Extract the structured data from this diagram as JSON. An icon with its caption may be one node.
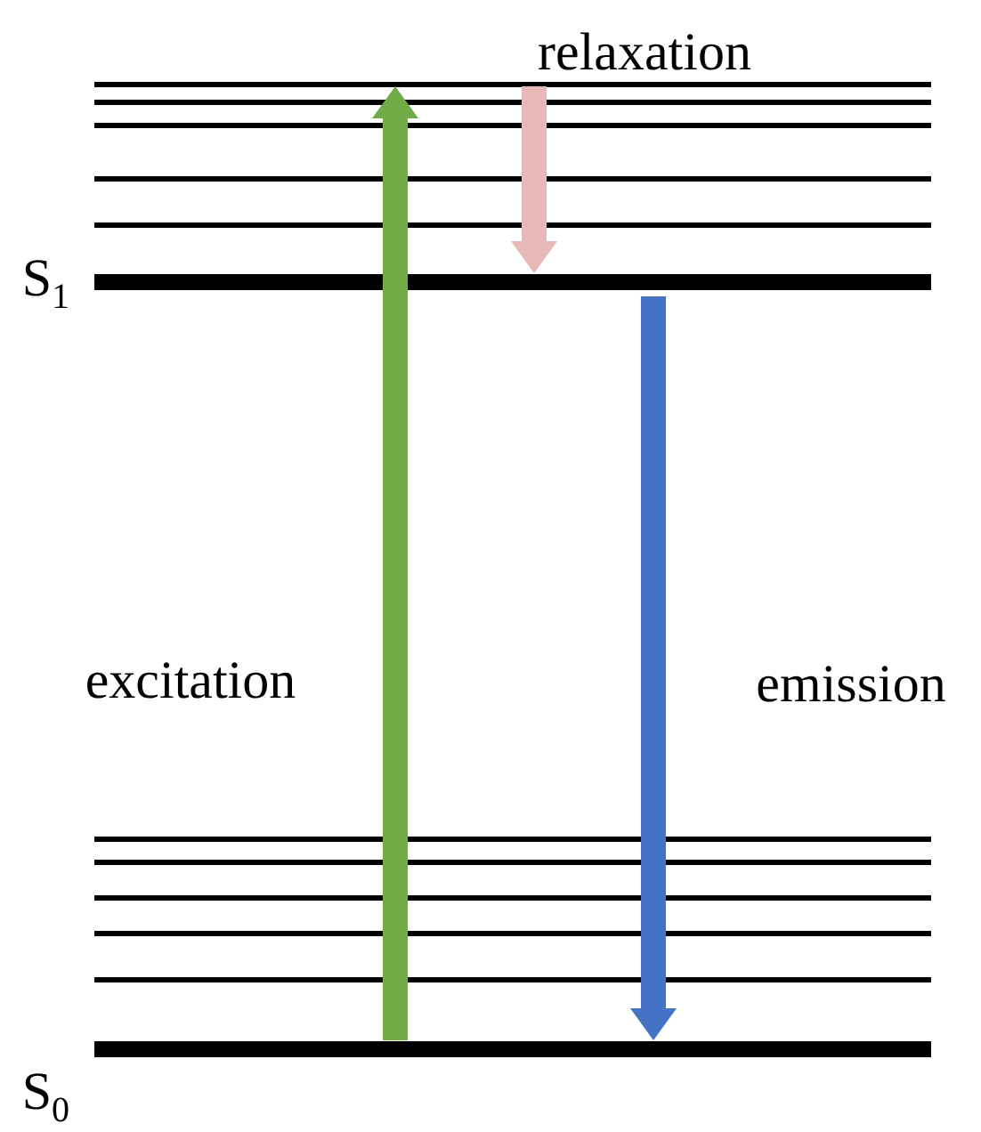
{
  "diagram": {
    "nodes": [
      {
        "text": [],
        "shape": "line"
      },
      {
        "text": [],
        "shape": "line"
      },
      {
        "text": [],
        "shape": "line"
      },
      {
        "text": [],
        "shape": "line"
      },
      {
        "text": [],
        "shape": "line"
      },
      {
        "text": [],
        "shape": "line",
        "beside": [
          "S$_{1}$"
        ]
      },
      {
        "text": [],
        "shape": "line"
      },
      {
        "text": [],
        "shape": "line"
      },
      {
        "text": [],
        "shape": "line"
      },
      {
        "text": [],
        "shape": "line"
      },
      {
        "text": [],
        "shape": "line"
      },
      {
        "text": [],
        "shape": "line",
        "beside": [
          "S$_{0}$"
        ]
      }
    ],
    "edges": [
      {
        "from": 11,
        "to": 0,
        "arrow": "to",
        "label": "excitation",
        "color": "#70ad47"
      },
      {
        "from": 0,
        "to": 5,
        "arrow": "to",
        "label": "relaxation",
        "color": "#e6b9b8"
      },
      {
        "from": 5,
        "to": 11,
        "arrow": "to",
        "label": "emission",
        "color": "#4472c4"
      }
    ]
  }
}
